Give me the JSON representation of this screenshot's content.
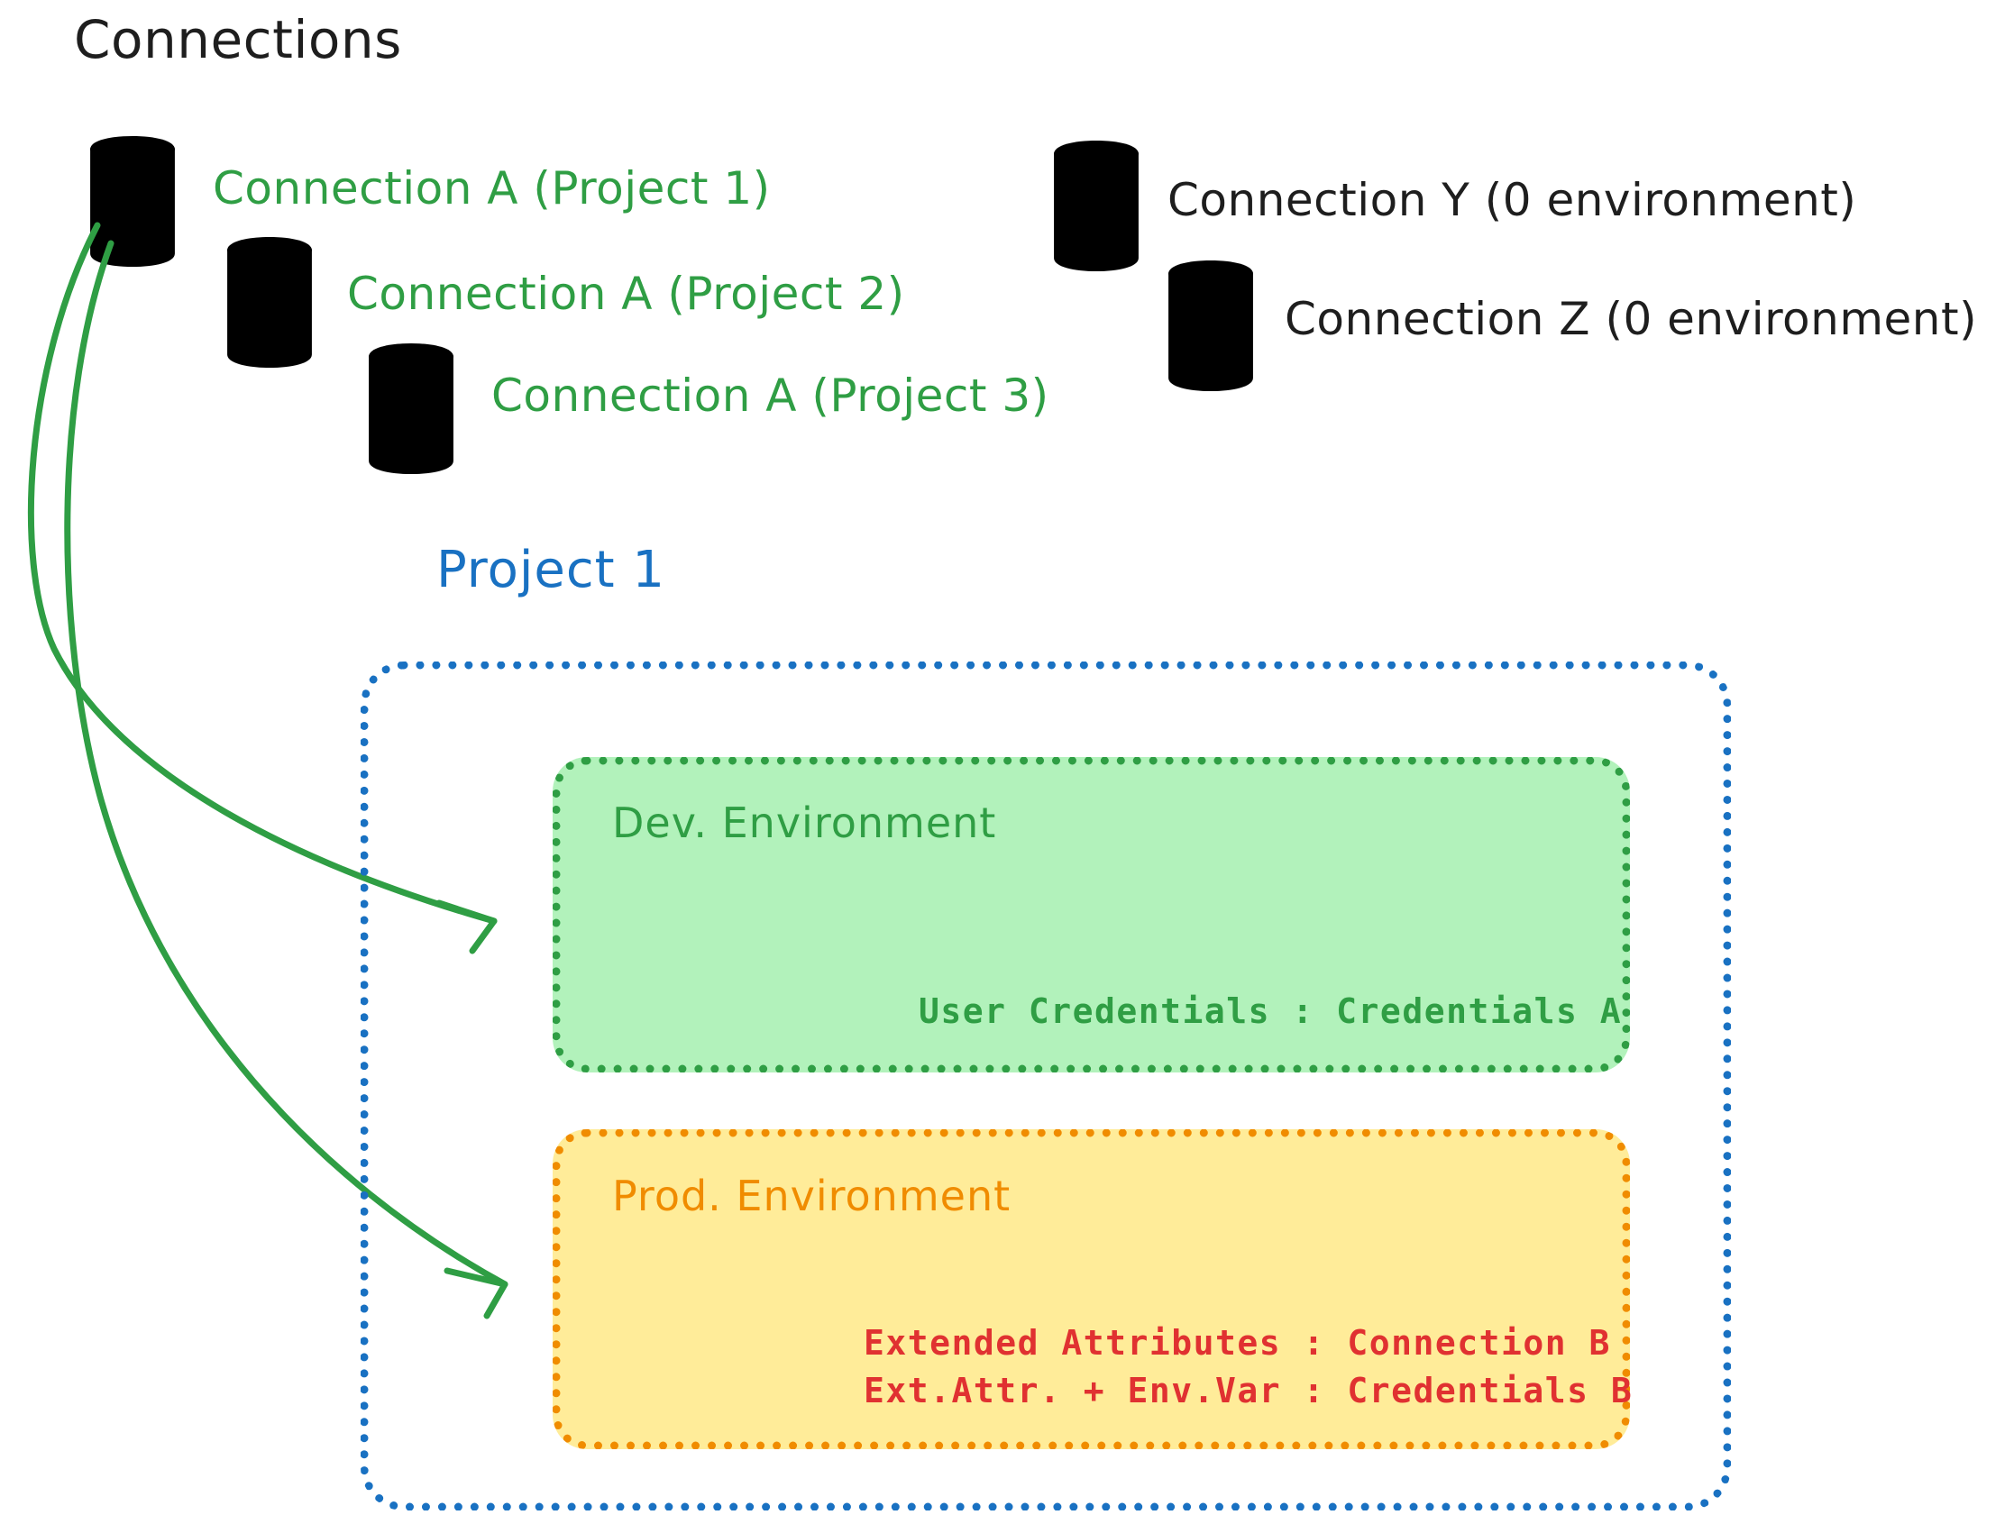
{
  "diagram": {
    "title": "Connections",
    "background_color": "#ffffff",
    "colors": {
      "green_stroke": "#2f9e44",
      "green_fill": "#b2f2bb",
      "orange_stroke": "#f08c00",
      "orange_fill": "#ffec99",
      "blue_stroke": "#1971c2",
      "black_stroke": "#1e1e1e",
      "gray_fill": "#ced4da",
      "red_text": "#e03131"
    }
  },
  "connections": {
    "heading": "Connections",
    "green_items": [
      {
        "label": "Connection A (Project 1)",
        "icon": "database-icon",
        "color": "#2f9e44"
      },
      {
        "label": "Connection A (Project 2)",
        "icon": "database-icon",
        "color": "#2f9e44"
      },
      {
        "label": "Connection A (Project 3)",
        "icon": "database-icon",
        "color": "#2f9e44"
      }
    ],
    "gray_items": [
      {
        "label": "Connection Y (0 environment)",
        "icon": "database-icon",
        "color": "#1e1e1e"
      },
      {
        "label": "Connection Z (0 environment)",
        "icon": "database-icon",
        "color": "#1e1e1e"
      }
    ]
  },
  "project": {
    "title": "Project 1",
    "environments": [
      {
        "name": "Dev. Environment",
        "accent": "#2f9e44",
        "fill": "#b2f2bb",
        "lines": [
          "User Credentials : Credentials A"
        ]
      },
      {
        "name": "Prod. Environment",
        "accent": "#f08c00",
        "fill": "#ffec99",
        "lines": [
          "Extended Attributes : Connection B",
          "Ext.Attr. + Env.Var : Credentials B"
        ]
      }
    ]
  },
  "arrows": [
    {
      "name": "arrow-connection-a-to-dev",
      "from": "Connection A (Project 1)",
      "to": "Dev. Environment",
      "color": "#2f9e44"
    },
    {
      "name": "arrow-connection-a-to-prod",
      "from": "Connection A (Project 1)",
      "to": "Prod. Environment",
      "color": "#2f9e44"
    }
  ]
}
